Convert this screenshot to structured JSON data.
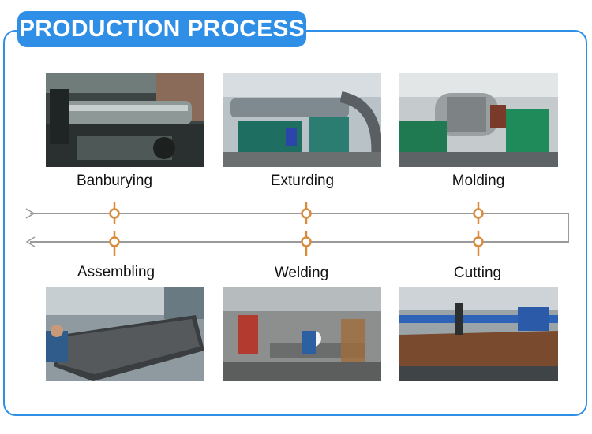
{
  "title": "PRODUCTION PROCESS",
  "colors": {
    "accent": "#2f8ee5",
    "node": "#d98a3a",
    "line": "#9a9a9a"
  },
  "top_steps": [
    {
      "label": "Banburying"
    },
    {
      "label": "Exturding"
    },
    {
      "label": "Molding"
    }
  ],
  "bottom_steps": [
    {
      "label": "Assembling"
    },
    {
      "label": "Welding"
    },
    {
      "label": "Cutting"
    }
  ]
}
